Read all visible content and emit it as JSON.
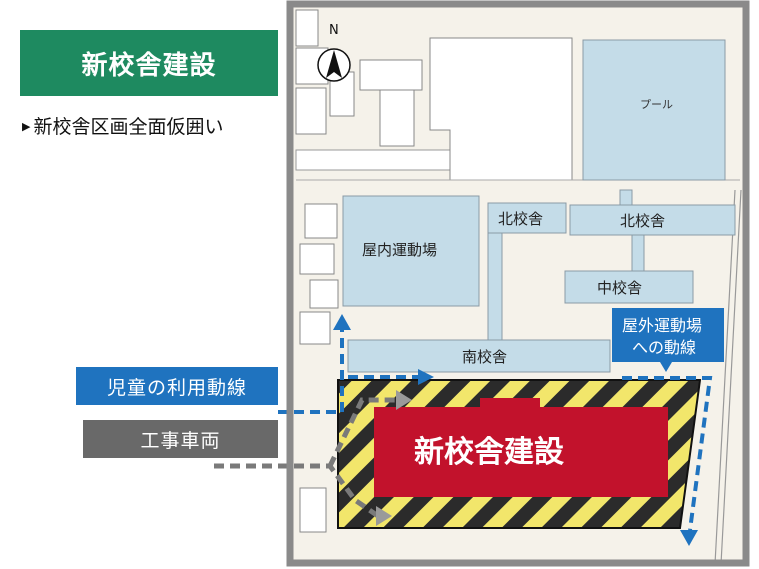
{
  "header": {
    "title": "新校舎建設",
    "subtitle": "新校舎区画全面仮囲い"
  },
  "legend": {
    "children_route": "児童の利用動線",
    "construction_vehicles": "工事車両"
  },
  "map": {
    "north_label": "N",
    "pool": "プール",
    "indoor_gym": "屋内運動場",
    "north_building_left": "北校舎",
    "north_building_right": "北校舎",
    "middle_building": "中校舎",
    "south_building": "南校舎",
    "new_building": "新校舎建設",
    "outdoor_route_line1": "屋外運動場",
    "outdoor_route_line2": "への動線"
  },
  "colors": {
    "title_green": "#1e8a60",
    "route_blue": "#1f73bf",
    "vehicle_gray": "#696969",
    "new_building_red": "#c2122c",
    "hazard_yellow": "#f2e66b",
    "building_blue": "#c4dce8"
  }
}
